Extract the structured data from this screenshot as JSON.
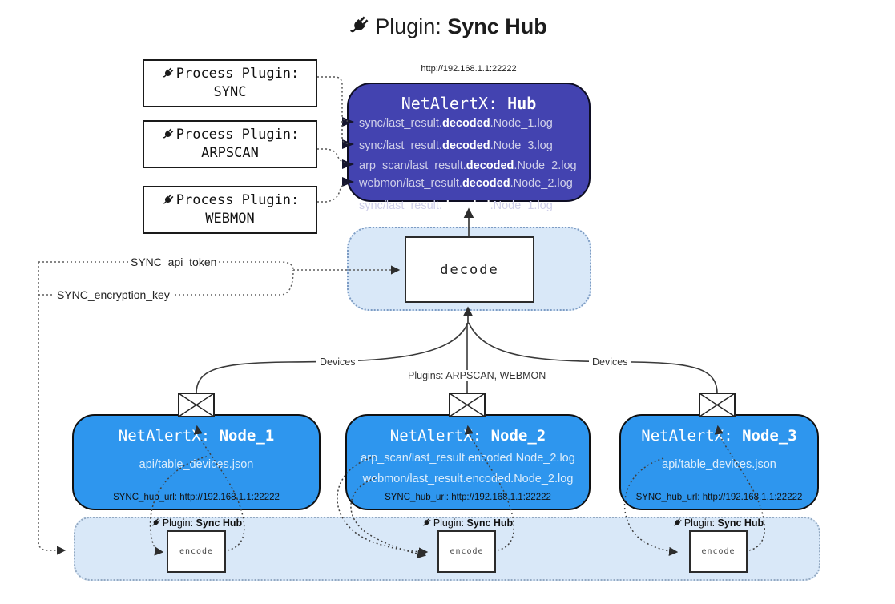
{
  "title": {
    "prefix": "Plugin:",
    "name": "Sync Hub"
  },
  "process_plugins": [
    {
      "label": "Process Plugin:",
      "name": "SYNC"
    },
    {
      "label": "Process Plugin:",
      "name": "ARPSCAN"
    },
    {
      "label": "Process Plugin:",
      "name": "WEBMON"
    }
  ],
  "hub": {
    "url": "http://192.168.1.1:22222",
    "title_prefix": "NetAlertX: ",
    "title_name": "Hub",
    "lines": [
      {
        "pre": "sync/last_result.",
        "bold": "decoded",
        "post": ".Node_1.log"
      },
      {
        "pre": "sync/last_result.",
        "bold": "decoded",
        "post": ".Node_3.log"
      },
      {
        "pre": "arp_scan/last_result.",
        "bold": "decoded",
        "post": ".Node_2.log"
      },
      {
        "pre": "webmon/last_result.",
        "bold": "decoded",
        "post": ".Node_2.log"
      }
    ]
  },
  "decode": {
    "label": "decode"
  },
  "keys": {
    "api_token": "SYNC_api_token",
    "encryption_key": "SYNC_encryption_key"
  },
  "edges": {
    "devices_left": "Devices",
    "devices_right": "Devices",
    "plugins_center": "Plugins: ARPSCAN, WEBMON"
  },
  "nodes": [
    {
      "title_prefix": "NetAlertX: ",
      "title_name": "Node_1",
      "files": [
        "api/table_devices.json"
      ],
      "hub_url": "SYNC_hub_url: http://192.168.1.1:22222"
    },
    {
      "title_prefix": "NetAlertX: ",
      "title_name": "Node_2",
      "files": [
        "arp_scan/last_result.encoded.Node_2.log",
        "webmon/last_result.encoded.Node_2.log"
      ],
      "hub_url": "SYNC_hub_url: http://192.168.1.1:22222"
    },
    {
      "title_prefix": "NetAlertX: ",
      "title_name": "Node_3",
      "files": [
        "api/table_devices.json"
      ],
      "hub_url": "SYNC_hub_url: http://192.168.1.1:22222"
    }
  ],
  "encoders": [
    {
      "label_prefix": "Plugin: ",
      "label_name": "Sync Hub",
      "box_label": "encode"
    },
    {
      "label_prefix": "Plugin: ",
      "label_name": "Sync Hub",
      "box_label": "encode"
    },
    {
      "label_prefix": "Plugin: ",
      "label_name": "Sync Hub",
      "box_label": "encode"
    }
  ],
  "icons": {
    "plug": "plug-icon",
    "envelope": "envelope-icon"
  },
  "colors": {
    "hub_bg": "#4343b0",
    "node_bg": "#2e96ee",
    "panel_bg": "#d9e8f8",
    "panel_border": "#7d9cc4",
    "line": "#3a3a3a",
    "dotted_line": "#5a5a5a"
  }
}
